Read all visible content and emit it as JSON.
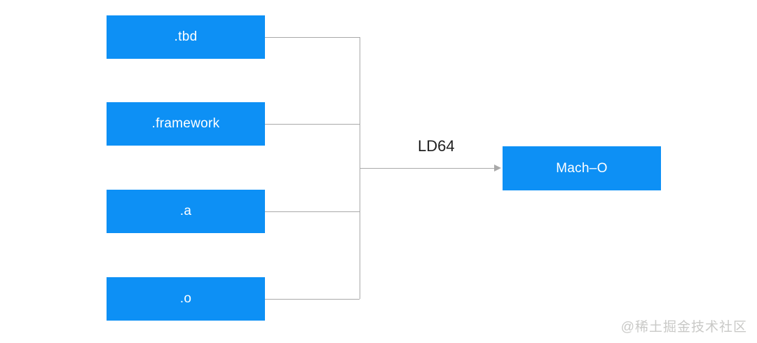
{
  "diagram": {
    "inputs": [
      {
        "label": ".tbd"
      },
      {
        "label": ".framework"
      },
      {
        "label": ".a"
      },
      {
        "label": ".o"
      }
    ],
    "arrow_label": "LD64",
    "output": {
      "label": "Mach–O"
    },
    "watermark": "@稀土掘金技术社区",
    "colors": {
      "box_blue": "#0d90f5",
      "line_gray": "#a9a9a9",
      "label_dark": "#1f1f1f",
      "watermark_gray": "#c9c9c7"
    }
  }
}
